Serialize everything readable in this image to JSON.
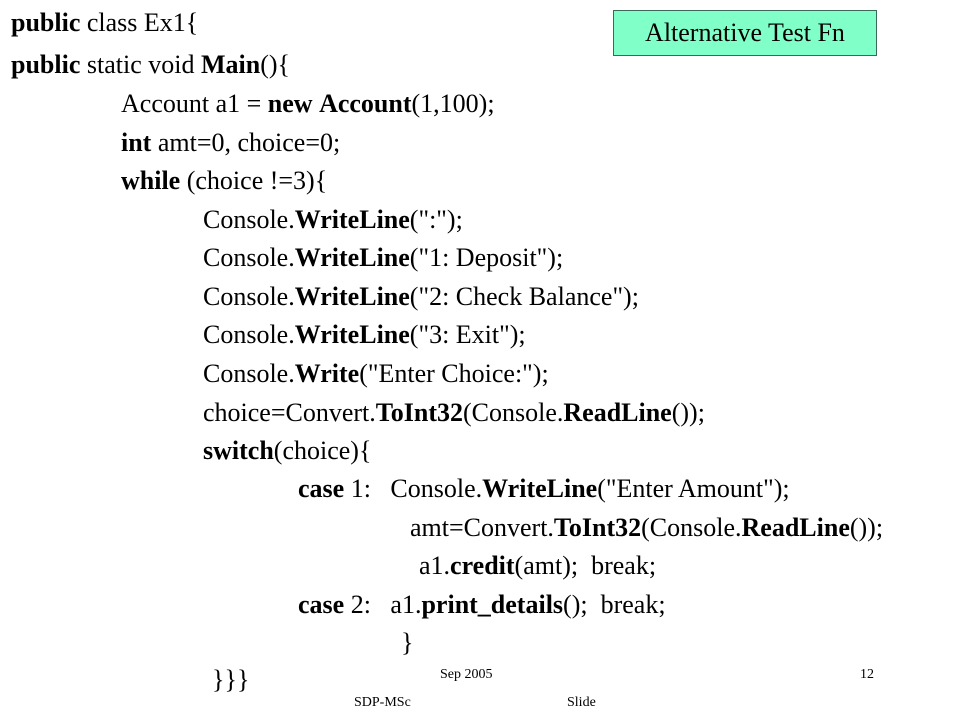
{
  "slide": {
    "badge": "Alternative Test Fn",
    "code": [
      [
        {
          "t": "public",
          "b": true
        },
        {
          "t": " class Ex1{"
        }
      ],
      [
        {
          "t": "public",
          "b": true
        },
        {
          "t": " static void "
        },
        {
          "t": "Main",
          "b": true
        },
        {
          "t": "(){"
        }
      ],
      [
        {
          "t": "Account a1 = "
        },
        {
          "t": "new",
          "b": true
        },
        {
          "t": " "
        },
        {
          "t": "Account",
          "b": true
        },
        {
          "t": "(1,100);"
        }
      ],
      [
        {
          "t": "int",
          "b": true
        },
        {
          "t": " amt=0, choice=0;"
        }
      ],
      [
        {
          "t": "while",
          "b": true
        },
        {
          "t": " (choice !=3){"
        }
      ],
      [
        {
          "t": "Console."
        },
        {
          "t": "WriteLine",
          "b": true
        },
        {
          "t": "(\":\");"
        }
      ],
      [
        {
          "t": "Console."
        },
        {
          "t": "WriteLine",
          "b": true
        },
        {
          "t": "(\"1: Deposit\");"
        }
      ],
      [
        {
          "t": "Console."
        },
        {
          "t": "WriteLine",
          "b": true
        },
        {
          "t": "(\"2: Check Balance\");"
        }
      ],
      [
        {
          "t": "Console."
        },
        {
          "t": "WriteLine",
          "b": true
        },
        {
          "t": "(\"3: Exit\");"
        }
      ],
      [
        {
          "t": "Console."
        },
        {
          "t": "Write",
          "b": true
        },
        {
          "t": "(\"Enter Choice:\");"
        }
      ],
      [
        {
          "t": "choice=Convert."
        },
        {
          "t": "ToInt32",
          "b": true
        },
        {
          "t": "(Console."
        },
        {
          "t": "ReadLine",
          "b": true
        },
        {
          "t": "());"
        }
      ],
      [
        {
          "t": "switch",
          "b": true
        },
        {
          "t": "(choice){"
        }
      ],
      [
        {
          "t": "case",
          "b": true
        },
        {
          "t": " 1:   Console."
        },
        {
          "t": "WriteLine",
          "b": true
        },
        {
          "t": "(\"Enter Amount\");"
        }
      ],
      [
        {
          "t": "amt=Convert."
        },
        {
          "t": "ToInt32",
          "b": true
        },
        {
          "t": "(Console."
        },
        {
          "t": "ReadLine",
          "b": true
        },
        {
          "t": "());"
        }
      ],
      [
        {
          "t": "a1."
        },
        {
          "t": "credit",
          "b": true
        },
        {
          "t": "(amt);  break;"
        }
      ],
      [
        {
          "t": "case",
          "b": true
        },
        {
          "t": " 2:   a1."
        },
        {
          "t": "print_details",
          "b": true
        },
        {
          "t": "();  break;"
        }
      ],
      [
        {
          "t": "}"
        }
      ],
      [
        {
          "t": "}}}"
        }
      ]
    ]
  },
  "footer": {
    "date": "Sep 2005",
    "course": "SDP-MSc",
    "slide_word": "Slide",
    "page_number": "12"
  }
}
